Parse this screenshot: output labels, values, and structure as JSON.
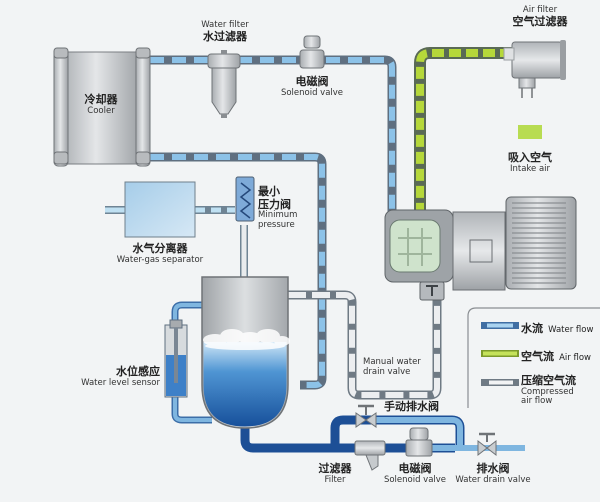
{
  "title": "Air compressor water-cooling and air flow schematic",
  "colors": {
    "water_flow": "#7fb6e0",
    "water_flow_dark": "#2f62a8",
    "air_flow": "#b6d83a",
    "compressed_air_flow": "#e6e8ea",
    "pipe_border": "#5f6f80",
    "metal": "#c8cbce",
    "background": "#f2f4f5"
  },
  "components": {
    "cooler": {
      "cn": "冷却器",
      "en": "Cooler"
    },
    "water_filter": {
      "cn": "水过滤器",
      "en": "Water filter"
    },
    "solenoid_valve_top": {
      "cn": "电磁阀",
      "en": "Solenoid valve"
    },
    "air_filter": {
      "cn": "空气过滤器",
      "en": "Air filter"
    },
    "intake_air": {
      "cn": "吸入空气",
      "en": "Intake air"
    },
    "water_gas_separator": {
      "cn": "水气分离器",
      "en": "Water-gas separator"
    },
    "minimum_pressure_valve": {
      "cn1": "最小",
      "cn2": "压力阀",
      "en1": "Minimum",
      "en2": "pressure"
    },
    "water_level_sensor": {
      "cn": "水位感应",
      "en": "Water level sensor"
    },
    "manual_water_drain_valve": {
      "cn": "手动排水阀",
      "en1": "Manual water",
      "en2": "drain valve"
    },
    "filter": {
      "cn": "过滤器",
      "en": "Filter"
    },
    "solenoid_valve_bottom": {
      "cn": "电磁阀",
      "en": "Solenoid valve"
    },
    "water_drain_valve": {
      "cn": "排水阀",
      "en": "Water drain valve"
    }
  },
  "legend": {
    "items": [
      {
        "cn": "水流",
        "en": "Water flow",
        "type": "water"
      },
      {
        "cn": "空气流",
        "en": "Air flow",
        "type": "air"
      },
      {
        "cn": "压缩空气流",
        "en1": "Compressed",
        "en2": "air flow",
        "type": "compressed"
      }
    ]
  }
}
